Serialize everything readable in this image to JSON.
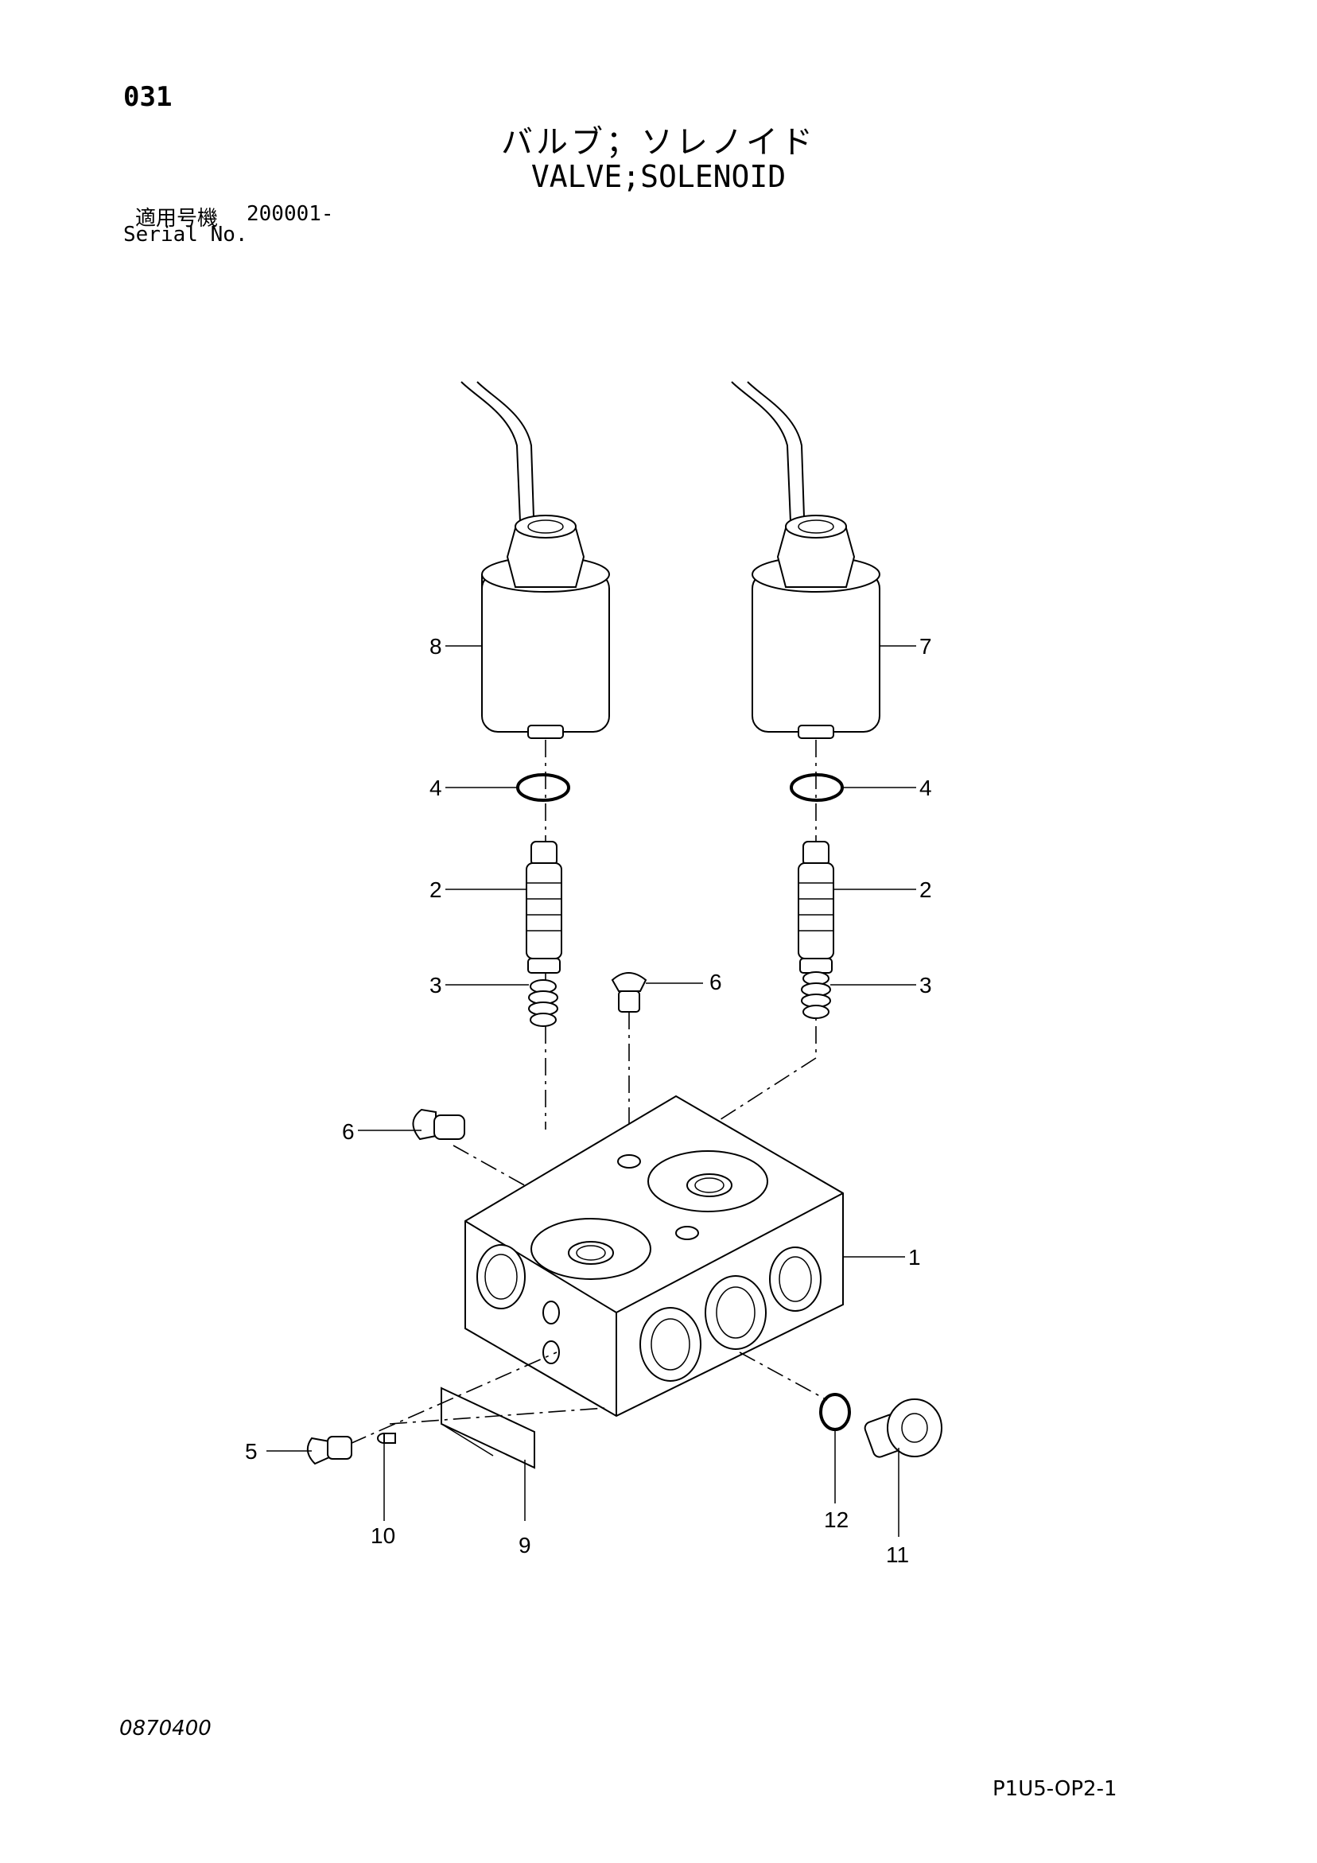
{
  "header": {
    "page_number": "031",
    "title_jp": "バルブ；ソレノイド",
    "title_en": "VALVE;SOLENOID",
    "serial_label_jp": "適用号機",
    "serial_range": "200001-",
    "serial_label_en": "Serial No."
  },
  "callouts": {
    "c1": "1",
    "c2_left": "2",
    "c2_right": "2",
    "c3_left": "3",
    "c3_right": "3",
    "c4_left": "4",
    "c4_right": "4",
    "c5": "5",
    "c6_top": "6",
    "c6_left": "6",
    "c7": "7",
    "c8": "8",
    "c9": "9",
    "c10": "10",
    "c11": "11",
    "c12": "12"
  },
  "footer": {
    "doc_number": "0870400",
    "sheet_id": "P1U5-OP2-1"
  }
}
